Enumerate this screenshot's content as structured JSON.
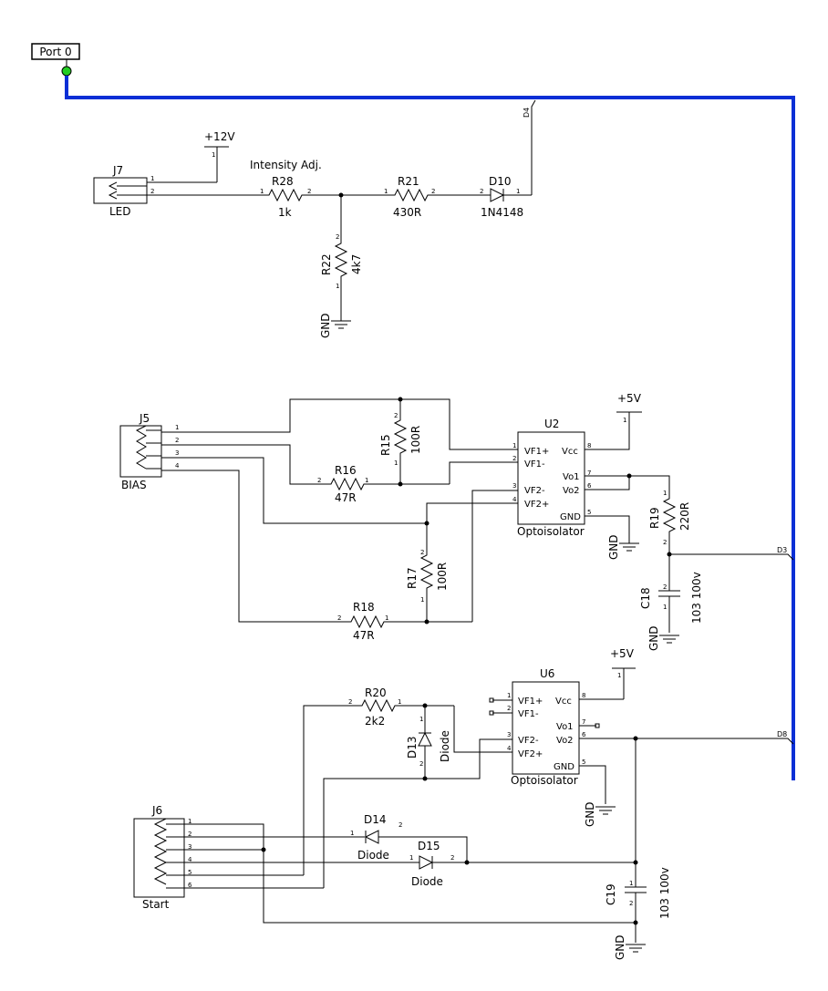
{
  "port": {
    "label": "Port 0"
  },
  "supplies": {
    "v12": "+12V",
    "v5_u2": "+5V",
    "v5_u6": "+5V",
    "gnd": "GND"
  },
  "nets": {
    "d4": "D4",
    "d3": "D3",
    "d8": "D8"
  },
  "labels": {
    "intensity": "Intensity Adj."
  },
  "connectors": {
    "j7": {
      "ref": "J7",
      "name": "LED",
      "pins": [
        "1",
        "2"
      ]
    },
    "j5": {
      "ref": "J5",
      "name": "BIAS",
      "pins": [
        "1",
        "2",
        "3",
        "4"
      ]
    },
    "j6": {
      "ref": "J6",
      "name": "Start",
      "pins": [
        "1",
        "2",
        "3",
        "4",
        "5",
        "6"
      ]
    }
  },
  "resistors": {
    "r28": {
      "ref": "R28",
      "value": "1k"
    },
    "r21": {
      "ref": "R21",
      "value": "430R"
    },
    "r22": {
      "ref": "R22",
      "value": "4k7"
    },
    "r15": {
      "ref": "R15",
      "value": "100R"
    },
    "r16": {
      "ref": "R16",
      "value": "47R"
    },
    "r17": {
      "ref": "R17",
      "value": "100R"
    },
    "r18": {
      "ref": "R18",
      "value": "47R"
    },
    "r19": {
      "ref": "R19",
      "value": "220R"
    },
    "r20": {
      "ref": "R20",
      "value": "2k2"
    }
  },
  "diodes": {
    "d10": {
      "ref": "D10",
      "value": "1N4148"
    },
    "d13": {
      "ref": "D13",
      "value": "Diode"
    },
    "d14": {
      "ref": "D14",
      "value": "Diode"
    },
    "d15": {
      "ref": "D15",
      "value": "Diode"
    }
  },
  "capacitors": {
    "c18": {
      "ref": "C18",
      "value": "103 100v"
    },
    "c19": {
      "ref": "C19",
      "value": "103 100v"
    }
  },
  "ics": {
    "u2": {
      "ref": "U2",
      "name": "Optoisolator",
      "vf1p": "VF1+",
      "vf1m": "VF1-",
      "vf2m": "VF2-",
      "vf2p": "VF2+",
      "vcc": "Vcc",
      "vo1": "Vo1",
      "vo2": "Vo2",
      "gnd": "GND"
    },
    "u6": {
      "ref": "U6",
      "name": "Optoisolator",
      "vf1p": "VF1+",
      "vf1m": "VF1-",
      "vf2m": "VF2-",
      "vf2p": "VF2+",
      "vcc": "Vcc",
      "vo1": "Vo1",
      "vo2": "Vo2",
      "gnd": "GND"
    }
  },
  "pin_numbers": {
    "p1": "1",
    "p2": "2",
    "p3": "3",
    "p4": "4",
    "p5": "5",
    "p6": "6",
    "p7": "7",
    "p8": "8"
  }
}
